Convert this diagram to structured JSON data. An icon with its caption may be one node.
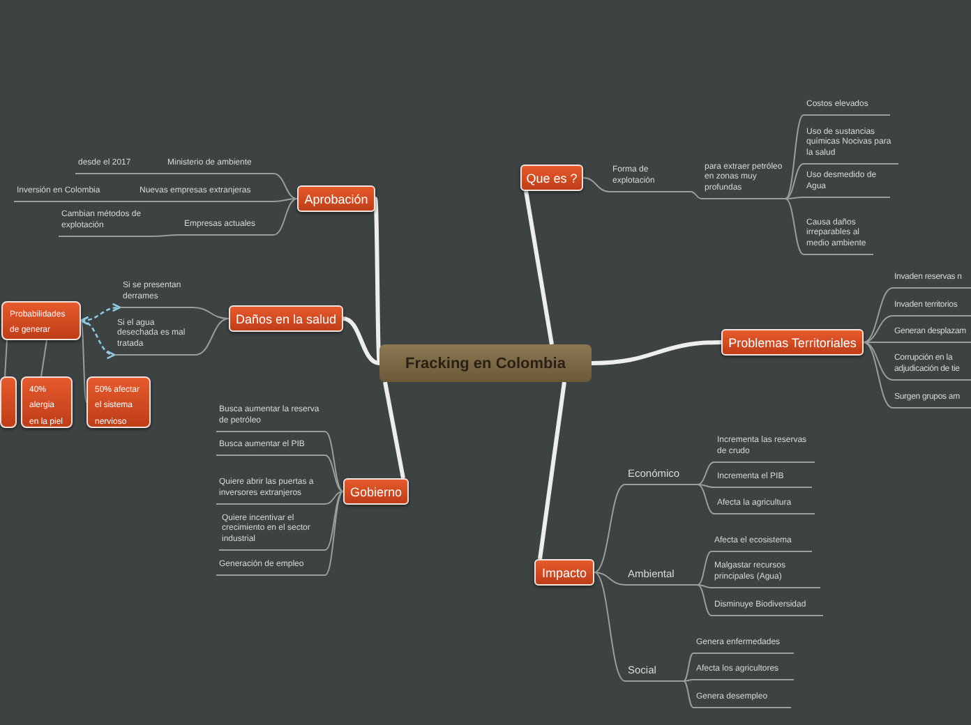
{
  "diagram": {
    "nodes": [
      {
        "text": [
          "Fracking en Colombia"
        ]
      },
      {
        "text": [
          "Que es ?"
        ]
      },
      {
        "text": [
          "Forma de explotación"
        ]
      },
      {
        "text": [
          "para extraer petróleo en zonas muy profundas"
        ]
      },
      {
        "text": [
          "Costos elevados"
        ]
      },
      {
        "text": [
          "Uso de sustancias químicas Nocivas para la salud"
        ]
      },
      {
        "text": [
          "Uso desmedido de Agua"
        ]
      },
      {
        "text": [
          "Causa daños irreparables al medio ambiente"
        ]
      },
      {
        "text": [
          "Aprobación"
        ]
      },
      {
        "text": [
          "Ministerio de ambiente"
        ]
      },
      {
        "text": [
          "desde el 2017"
        ]
      },
      {
        "text": [
          "Nuevas empresas extranjeras"
        ]
      },
      {
        "text": [
          "Inversión en Colombia"
        ]
      },
      {
        "text": [
          "Empresas actuales"
        ]
      },
      {
        "text": [
          "Cambian métodos de explotación"
        ]
      },
      {
        "text": [
          "Daños en la salud"
        ]
      },
      {
        "text": [
          "Si se presentan derrames"
        ]
      },
      {
        "text": [
          "Si el agua desechada es mal tratada"
        ]
      },
      {
        "text": [
          "Probabilidades de generar"
        ]
      },
      {
        "text": [],
        "shape": "box"
      },
      {
        "text": [
          "40% alergia en la piel"
        ]
      },
      {
        "text": [
          "50% afectar el sistema nervioso"
        ]
      },
      {
        "text": [
          "Problemas Territoriales"
        ]
      },
      {
        "text": [
          "Invaden reservas n"
        ]
      },
      {
        "text": [
          "Invaden territorios"
        ]
      },
      {
        "text": [
          "Generan desplazam"
        ]
      },
      {
        "text": [
          "Corrupción en la adjudicación de tie"
        ]
      },
      {
        "text": [
          "Surgen grupos am"
        ]
      },
      {
        "text": [
          "Gobierno"
        ]
      },
      {
        "text": [
          "Busca aumentar la reserva de petróleo"
        ]
      },
      {
        "text": [
          "Busca aumentar el PIB"
        ]
      },
      {
        "text": [
          "Quiere abrir las puertas a inversores extranjeros"
        ]
      },
      {
        "text": [
          "Quiere incentivar el crecimiento en el sector industrial"
        ]
      },
      {
        "text": [
          "Generación de empleo"
        ]
      },
      {
        "text": [
          "Impacto"
        ]
      },
      {
        "text": [
          "Económico"
        ]
      },
      {
        "text": [
          "Incrementa las reservas de crudo"
        ]
      },
      {
        "text": [
          "Incrementa el PIB"
        ]
      },
      {
        "text": [
          "Afecta la agricultura"
        ]
      },
      {
        "text": [
          "Ambiental"
        ]
      },
      {
        "text": [
          "Afecta el ecosistema"
        ]
      },
      {
        "text": [
          "Malgastar recursos principales (Agua)"
        ]
      },
      {
        "text": [
          "Disminuye Biodiversidad"
        ]
      },
      {
        "text": [
          "Social"
        ]
      },
      {
        "text": [
          "Genera enfermedades"
        ]
      },
      {
        "text": [
          "Afecta los agricultores"
        ]
      },
      {
        "text": [
          "Genera desempleo"
        ]
      }
    ],
    "edges": [
      {
        "from": 0,
        "to": 1,
        "arrow": "none",
        "style": "thick",
        "color": "#eeeeee"
      },
      {
        "from": 0,
        "to": 8,
        "arrow": "none",
        "style": "thick",
        "color": "#eeeeee"
      },
      {
        "from": 0,
        "to": 15,
        "arrow": "none",
        "style": "thick",
        "color": "#eeeeee"
      },
      {
        "from": 0,
        "to": 22,
        "arrow": "none",
        "style": "thick",
        "color": "#eeeeee"
      },
      {
        "from": 0,
        "to": 28,
        "arrow": "none",
        "style": "thick",
        "color": "#eeeeee"
      },
      {
        "from": 0,
        "to": 34,
        "arrow": "none",
        "style": "thick",
        "color": "#eeeeee"
      },
      {
        "from": 1,
        "to": 2,
        "arrow": "none"
      },
      {
        "from": 2,
        "to": 3,
        "arrow": "none"
      },
      {
        "from": 3,
        "to": 4,
        "arrow": "none"
      },
      {
        "from": 3,
        "to": 5,
        "arrow": "none"
      },
      {
        "from": 3,
        "to": 6,
        "arrow": "none"
      },
      {
        "from": 3,
        "to": 7,
        "arrow": "none"
      },
      {
        "from": 8,
        "to": 9,
        "arrow": "none"
      },
      {
        "from": 9,
        "to": 10,
        "arrow": "none"
      },
      {
        "from": 8,
        "to": 11,
        "arrow": "none"
      },
      {
        "from": 11,
        "to": 12,
        "arrow": "none"
      },
      {
        "from": 8,
        "to": 13,
        "arrow": "none"
      },
      {
        "from": 13,
        "to": 14,
        "arrow": "none"
      },
      {
        "from": 15,
        "to": 16,
        "arrow": "none"
      },
      {
        "from": 15,
        "to": 17,
        "arrow": "none"
      },
      {
        "from": 18,
        "to": 16,
        "arrow": "both",
        "style": "dashed",
        "color": "#8ec9e0"
      },
      {
        "from": 18,
        "to": 17,
        "arrow": "both",
        "style": "dashed",
        "color": "#8ec9e0"
      },
      {
        "from": 18,
        "to": 19,
        "arrow": "none"
      },
      {
        "from": 18,
        "to": 20,
        "arrow": "none"
      },
      {
        "from": 18,
        "to": 21,
        "arrow": "none"
      },
      {
        "from": 22,
        "to": 23,
        "arrow": "none"
      },
      {
        "from": 22,
        "to": 24,
        "arrow": "none"
      },
      {
        "from": 22,
        "to": 25,
        "arrow": "none"
      },
      {
        "from": 22,
        "to": 26,
        "arrow": "none"
      },
      {
        "from": 22,
        "to": 27,
        "arrow": "none"
      },
      {
        "from": 28,
        "to": 29,
        "arrow": "none"
      },
      {
        "from": 28,
        "to": 30,
        "arrow": "none"
      },
      {
        "from": 28,
        "to": 31,
        "arrow": "none"
      },
      {
        "from": 28,
        "to": 32,
        "arrow": "none"
      },
      {
        "from": 28,
        "to": 33,
        "arrow": "none"
      },
      {
        "from": 34,
        "to": 35,
        "arrow": "none"
      },
      {
        "from": 35,
        "to": 36,
        "arrow": "none"
      },
      {
        "from": 35,
        "to": 37,
        "arrow": "none"
      },
      {
        "from": 35,
        "to": 38,
        "arrow": "none"
      },
      {
        "from": 34,
        "to": 39,
        "arrow": "none"
      },
      {
        "from": 39,
        "to": 40,
        "arrow": "none"
      },
      {
        "from": 39,
        "to": 41,
        "arrow": "none"
      },
      {
        "from": 39,
        "to": 42,
        "arrow": "none"
      },
      {
        "from": 34,
        "to": 43,
        "arrow": "none"
      },
      {
        "from": 43,
        "to": 44,
        "arrow": "none"
      },
      {
        "from": 43,
        "to": 45,
        "arrow": "none"
      },
      {
        "from": 43,
        "to": 46,
        "arrow": "none"
      }
    ]
  }
}
